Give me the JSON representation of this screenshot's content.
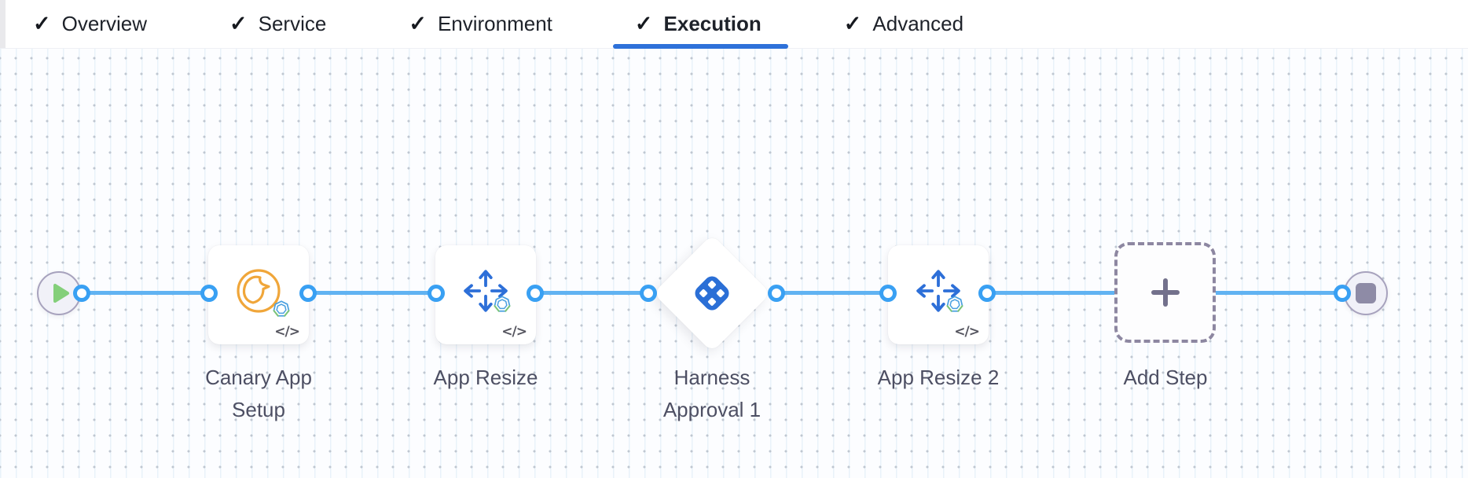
{
  "tabs": {
    "check_icon": "✓",
    "items": [
      {
        "label": "Overview",
        "completed": true,
        "active": false
      },
      {
        "label": "Service",
        "completed": true,
        "active": false
      },
      {
        "label": "Environment",
        "completed": true,
        "active": false
      },
      {
        "label": "Execution",
        "completed": true,
        "active": true
      },
      {
        "label": "Advanced",
        "completed": true,
        "active": false
      }
    ]
  },
  "pipeline": {
    "code_icon_text": "</>",
    "steps": [
      {
        "id": "start",
        "type": "start-node"
      },
      {
        "id": "canary-app-setup",
        "type": "step-card",
        "label": "Canary App Setup",
        "icon": "canary-bird-icon"
      },
      {
        "id": "app-resize",
        "type": "step-card",
        "label": "App Resize",
        "icon": "resize-arrows-icon"
      },
      {
        "id": "harness-approval-1",
        "type": "approval-diamond",
        "label": "Harness Approval 1",
        "icon": "harness-logo-icon"
      },
      {
        "id": "app-resize-2",
        "type": "step-card",
        "label": "App Resize 2",
        "icon": "resize-arrows-icon"
      },
      {
        "id": "add-step",
        "type": "add-step-placeholder",
        "label": "Add Step",
        "icon": "plus-icon"
      },
      {
        "id": "end",
        "type": "end-node"
      }
    ],
    "colors": {
      "edge_blue": "#61b3f2",
      "port_ring_blue": "#39a0f3",
      "harness_logo_blue": "#2b6fd6",
      "canary_orange": "#f0a63a",
      "play_green": "#84cf7a",
      "stop_gray": "#8e8ba6",
      "active_tab_underline": "#2e71d9"
    }
  }
}
